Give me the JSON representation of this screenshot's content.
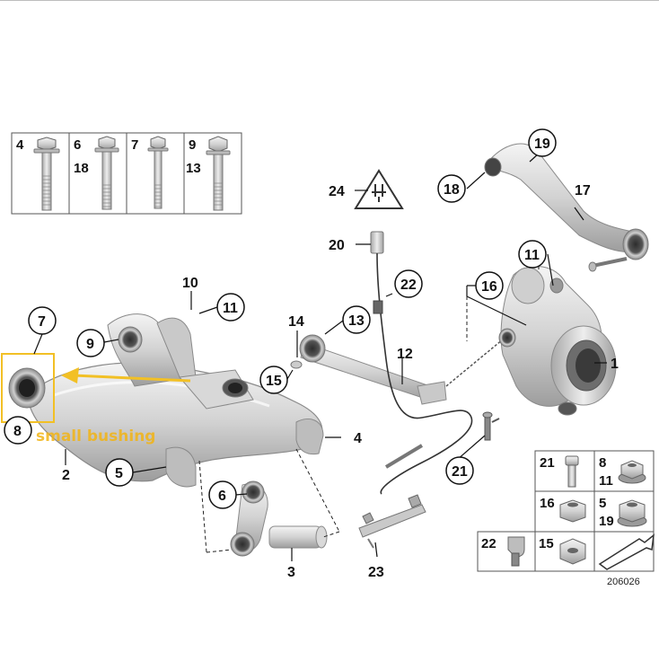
{
  "callouts": [
    "1",
    "2",
    "3",
    "4",
    "5",
    "6",
    "7",
    "8",
    "9",
    "10",
    "11",
    "12",
    "13",
    "14",
    "15",
    "16",
    "17",
    "18",
    "19",
    "20",
    "21",
    "22",
    "23",
    "24",
    "11",
    "18",
    "21",
    "4",
    "5",
    "6"
  ],
  "fastener_table": {
    "cells": [
      {
        "top": "4",
        "bottom": ""
      },
      {
        "top": "6",
        "bottom": "18"
      },
      {
        "top": "7",
        "bottom": ""
      },
      {
        "top": "9",
        "bottom": "13"
      }
    ]
  },
  "small_parts_table": {
    "rows": [
      {
        "left": "21",
        "right_top": "8",
        "right_bottom": "11"
      },
      {
        "left": "16",
        "right_top": "5",
        "right_bottom": "19"
      },
      {
        "left": "22",
        "right_top": "15",
        "right_bottom": ""
      }
    ]
  },
  "annotation": {
    "label": "small bushing",
    "highlight_color": "#f2c025"
  },
  "catalog_number": "206026"
}
